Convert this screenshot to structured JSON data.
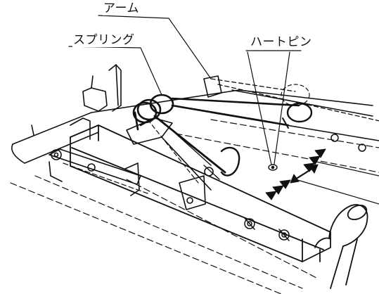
{
  "labels": {
    "arm": "アーム",
    "spring": "スプリング",
    "heart_pin": "ハートピン"
  }
}
